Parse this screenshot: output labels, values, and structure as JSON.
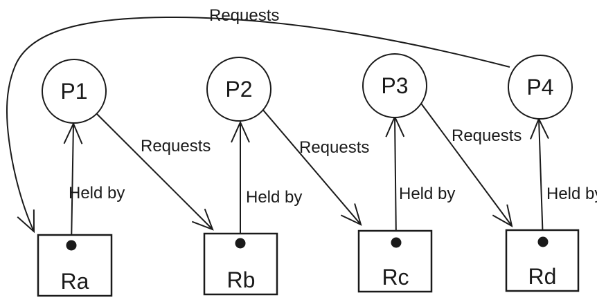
{
  "diagram": {
    "kind": "resource-allocation-graph",
    "processes": [
      {
        "id": "P1",
        "label": "P1"
      },
      {
        "id": "P2",
        "label": "P2"
      },
      {
        "id": "P3",
        "label": "P3"
      },
      {
        "id": "P4",
        "label": "P4"
      }
    ],
    "resources": [
      {
        "id": "Ra",
        "label": "Ra"
      },
      {
        "id": "Rb",
        "label": "Rb"
      },
      {
        "id": "Rc",
        "label": "Rc"
      },
      {
        "id": "Rd",
        "label": "Rd"
      }
    ],
    "edges": [
      {
        "from": "Ra",
        "to": "P1",
        "type": "held-by",
        "label": "Held by"
      },
      {
        "from": "Rb",
        "to": "P2",
        "type": "held-by",
        "label": "Held by"
      },
      {
        "from": "Rc",
        "to": "P3",
        "type": "held-by",
        "label": "Held by"
      },
      {
        "from": "Rd",
        "to": "P4",
        "type": "held-by",
        "label": "Held by"
      },
      {
        "from": "P1",
        "to": "Rb",
        "type": "requests",
        "label": "Requests"
      },
      {
        "from": "P2",
        "to": "Rc",
        "type": "requests",
        "label": "Requests"
      },
      {
        "from": "P3",
        "to": "Rd",
        "type": "requests",
        "label": "Requests"
      },
      {
        "from": "P4",
        "to": "Ra",
        "type": "requests",
        "label": "Requests"
      }
    ],
    "colors": {
      "stroke": "#1a1a1a",
      "text": "#1a1a1a",
      "background": "#ffffff"
    }
  }
}
